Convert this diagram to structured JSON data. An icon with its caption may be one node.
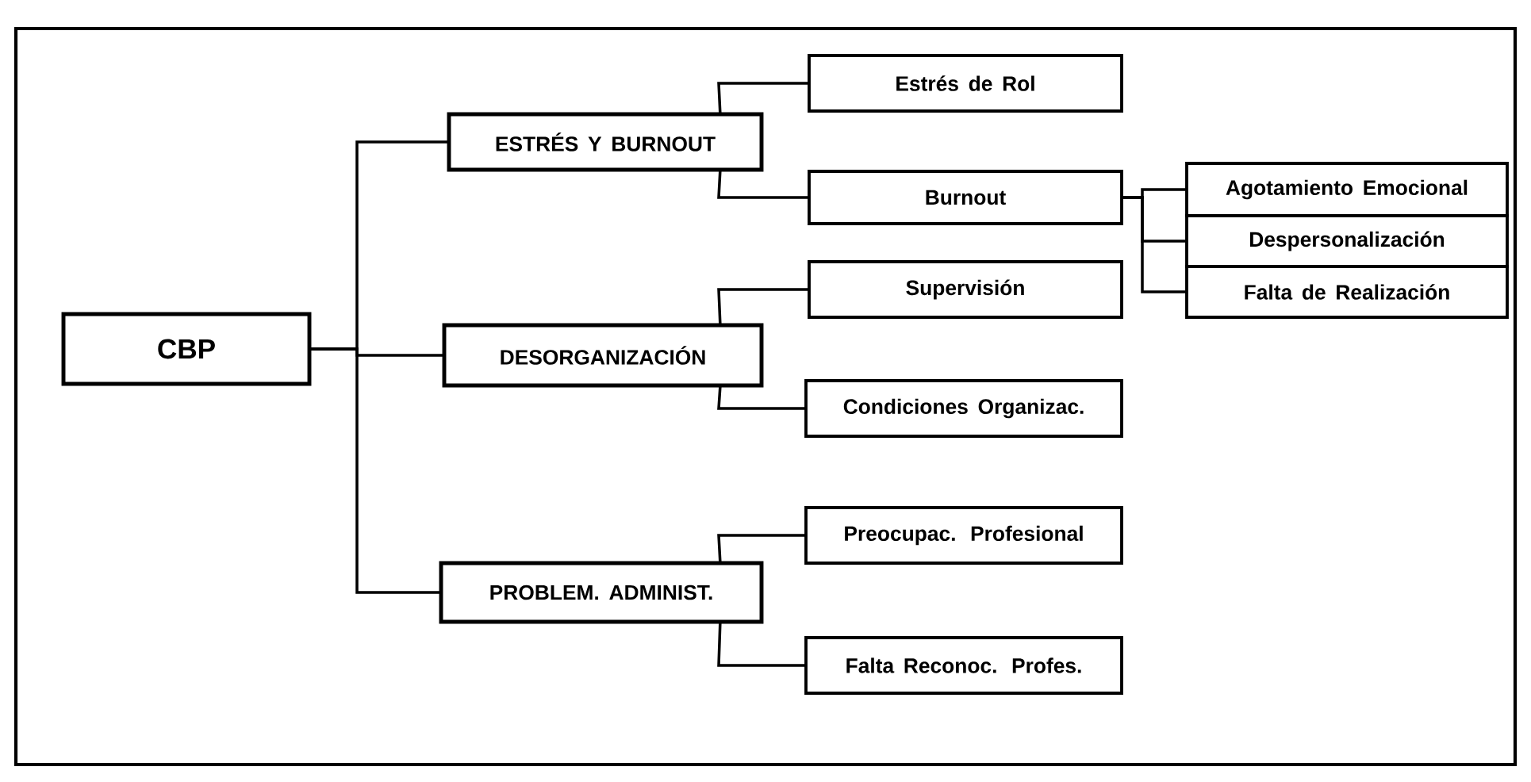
{
  "diagram": {
    "nodes": [
      {
        "text": [
          "CBP"
        ]
      },
      {
        "text": [
          "ESTRÉS Y BURNOUT"
        ]
      },
      {
        "text": [
          "DESORGANIZACIÓN"
        ]
      },
      {
        "text": [
          "PROBLEM. ADMINIST."
        ]
      },
      {
        "text": [
          "Estrés de Rol"
        ]
      },
      {
        "text": [
          "Burnout"
        ]
      },
      {
        "text": [
          "Supervisión"
        ]
      },
      {
        "text": [
          "Condiciones Organizac."
        ]
      },
      {
        "text": [
          "Preocupac. Profesional"
        ]
      },
      {
        "text": [
          "Falta Reconoc. Profes."
        ]
      },
      {
        "text": [
          "Agotamiento Emocional"
        ]
      },
      {
        "text": [
          "Despersonalización"
        ]
      },
      {
        "text": [
          "Falta de Realización"
        ]
      }
    ],
    "edges": [
      {
        "from": 0,
        "to": 1,
        "arrow": "none"
      },
      {
        "from": 0,
        "to": 2,
        "arrow": "none"
      },
      {
        "from": 0,
        "to": 3,
        "arrow": "none"
      },
      {
        "from": 1,
        "to": 4,
        "arrow": "none"
      },
      {
        "from": 1,
        "to": 5,
        "arrow": "none"
      },
      {
        "from": 2,
        "to": 6,
        "arrow": "none"
      },
      {
        "from": 2,
        "to": 7,
        "arrow": "none"
      },
      {
        "from": 3,
        "to": 8,
        "arrow": "none"
      },
      {
        "from": 3,
        "to": 9,
        "arrow": "none"
      },
      {
        "from": 5,
        "to": 10,
        "arrow": "none"
      },
      {
        "from": 5,
        "to": 11,
        "arrow": "none"
      },
      {
        "from": 5,
        "to": 12,
        "arrow": "none"
      }
    ]
  }
}
